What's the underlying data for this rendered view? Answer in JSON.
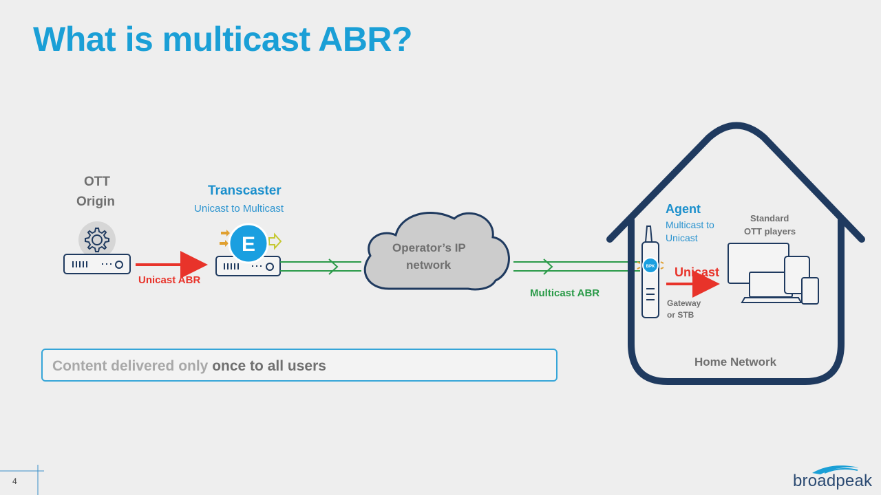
{
  "slide": {
    "title": "What is multicast ABR?",
    "page_number": "4"
  },
  "origin": {
    "line1": "OTT",
    "line2": "Origin"
  },
  "transcaster": {
    "title": "Transcaster",
    "subtitle": "Unicast to Multicast",
    "badge_letter": "E"
  },
  "links": {
    "unicast_abr": "Unicast ABR",
    "multicast_abr": "Multicast ABR",
    "unicast": "Unicast"
  },
  "cloud": {
    "line1": "Operator’s IP",
    "line2": "network"
  },
  "agent": {
    "title": "Agent",
    "subtitle_line1": "Multicast to",
    "subtitle_line2": "Unicast",
    "badge": "BPK"
  },
  "gateway": {
    "line1": "Gateway",
    "line2": "or STB"
  },
  "players": {
    "line1": "Standard",
    "line2": "OTT players"
  },
  "home": {
    "label": "Home Network"
  },
  "message": {
    "light_part": "Content delivered only ",
    "dark_part": "once to all users"
  },
  "logo": {
    "text": "broadpeak"
  },
  "colors": {
    "title_blue": "#1a9fd6",
    "device_navy": "#1f3a5f",
    "unicast_red": "#e8332a",
    "multicast_green": "#2a9a48",
    "badge_blue": "#1a9fe0"
  }
}
